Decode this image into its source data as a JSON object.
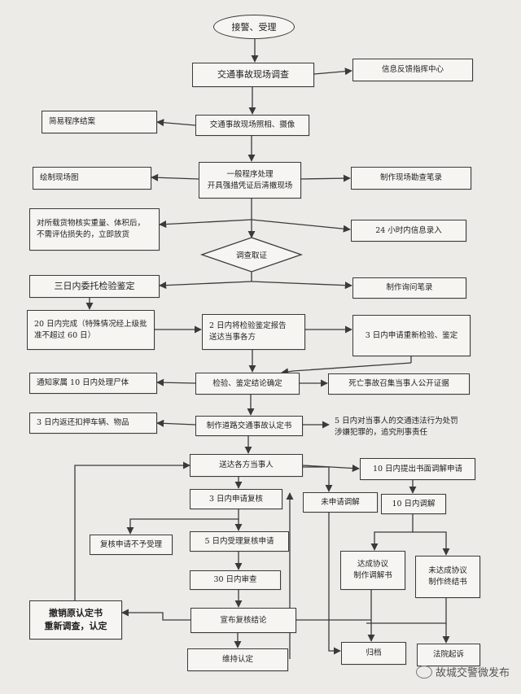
{
  "nodes": {
    "start": "接警、受理",
    "scene_investigation": "交通事故现场调查",
    "info_center": "信息反馈指挥中心",
    "simple_close": "简易程序结案",
    "photo": "交通事故现场照相、摄像",
    "draw_scene": "绘制现场图",
    "general_procedure": "一般程序处理\n开具强措凭证后清撤现场",
    "survey_record": "制作现场勘查笔录",
    "release_goods": "对所载货物核实重量、体积后，\n不需评估损失的，立即放货",
    "info_entry": "24 小时内信息录入",
    "investigate": "调查取证",
    "commission_test": "三日内委托检验鉴定",
    "inquiry_record": "制作询问笔录",
    "complete_20": "20 日内完成（特殊情况经上级批\n准不超过 60 日）",
    "report_2": "2 日内将检验鉴定报告\n送达当事各方",
    "reapply_3": "3 日内申请重新检验、鉴定",
    "notify_family": "通知家属 10 日内处理尸体",
    "confirm_result": "检验、鉴定结论确定",
    "death_notice": "死亡事故召集当事人公开证据",
    "return_vehicle": "3 日内返还扣押车辆、物品",
    "make_cert": "制作道路交通事故认定书",
    "criminal": "5 日内对当事人的交通违法行为处罚\n涉嫌犯罪的，追究刑事责任",
    "deliver": "送达各方当事人",
    "mediation_apply": "10 日内提出书面调解申请",
    "review_apply": "3 日内申请复核",
    "no_mediation": "未申请调解",
    "mediate_10": "10 日内调解",
    "review_reject": "复核申请不予受理",
    "review_accept": "5 日内受理复核申请",
    "agreement": "达成协议\n制作调解书",
    "no_agreement": "未达成协议\n制作终结书",
    "review_30": "30 日内审查",
    "revoke": "撤销原认定书\n重新调查，认定",
    "announce": "宣布复核结论",
    "archive": "归档",
    "maintain": "维持认定",
    "lawsuit": "法院起诉"
  },
  "watermark": {
    "text": "故城交警微发布",
    "icon": "wechat-icon"
  },
  "colors": {
    "line": "#3a3a3a",
    "box": "#f6f5f2",
    "background": "#ecebe8"
  }
}
